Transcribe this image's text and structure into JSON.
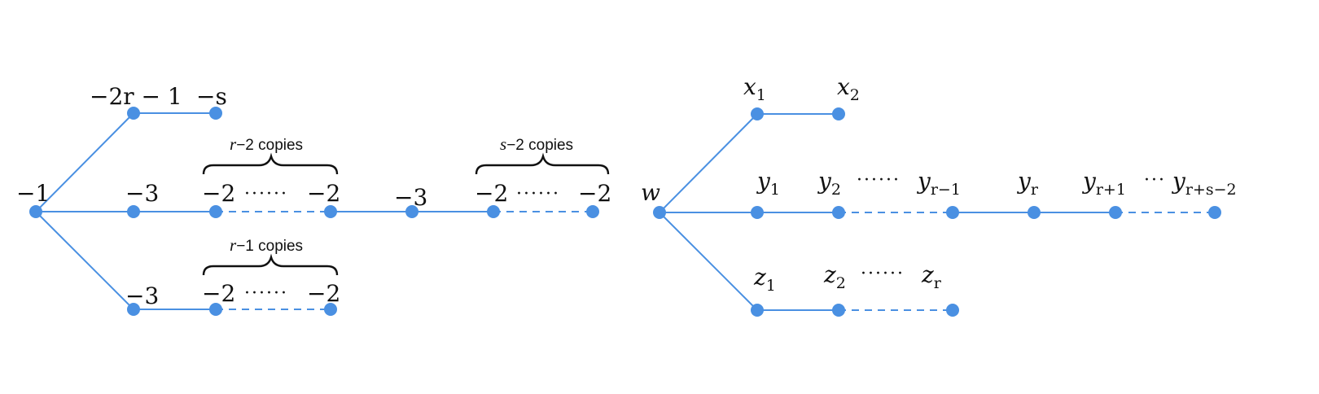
{
  "left_graph": {
    "labels": {
      "root": "−1",
      "top1": "−2r − 1",
      "top2": "−s",
      "mid1": "−3",
      "mid2": "−2",
      "mid3": "−2",
      "mid4": "−3",
      "mid5": "−2",
      "mid6": "−2",
      "bot1": "−3",
      "bot2": "−2",
      "bot3": "−2"
    },
    "dots": "······",
    "braces": {
      "r_minus_2": {
        "var": "r",
        "rest": "−2",
        "word": " copies"
      },
      "r_minus_1": {
        "var": "r",
        "rest": "−1",
        "word": " copies"
      },
      "s_minus_2": {
        "var": "s",
        "rest": "−2",
        "word": " copies"
      }
    }
  },
  "right_graph": {
    "root": "w",
    "x": [
      {
        "b": "x",
        "s": "1"
      },
      {
        "b": "x",
        "s": "2"
      }
    ],
    "y": [
      {
        "b": "y",
        "s": "1"
      },
      {
        "b": "y",
        "s": "2"
      },
      {
        "b": "y",
        "s": "r−1"
      },
      {
        "b": "y",
        "s": "r"
      },
      {
        "b": "y",
        "s": "r+1"
      },
      {
        "b": "y",
        "s": "r+s−2"
      }
    ],
    "z": [
      {
        "b": "z",
        "s": "1"
      },
      {
        "b": "z",
        "s": "2"
      },
      {
        "b": "z",
        "s": "r"
      }
    ],
    "dots_long": "······",
    "dots_short": "···"
  },
  "colors": {
    "node": "#4a90e2",
    "edge": "#4a90e2",
    "text": "#111111"
  }
}
